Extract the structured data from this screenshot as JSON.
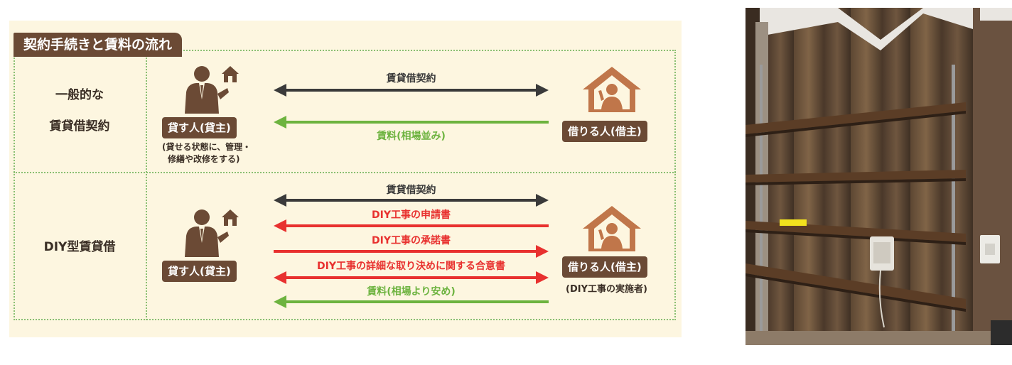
{
  "title": "契約手続きと賃料の流れ",
  "rows": [
    {
      "label_lines": [
        "一般的な",
        "賃貸借契約"
      ],
      "landlord": {
        "tag": "貸す人(貸主)",
        "note_lines": [
          "(貸せる状態に、管理・",
          "修繕や改修をする)"
        ]
      },
      "tenant": {
        "tag": "借りる人(借主)",
        "note": ""
      },
      "flows": [
        {
          "label": "賃貸借契約",
          "direction": "both",
          "color": "#3a3a3a",
          "label_color": "#3a3a3a"
        },
        {
          "label": "賃料(相場並み)",
          "direction": "to-landlord",
          "color": "#6db33f",
          "label_color": "#6db33f"
        }
      ]
    },
    {
      "label_lines": [
        "DIY型賃貸借"
      ],
      "landlord": {
        "tag": "貸す人(貸主)",
        "note_lines": []
      },
      "tenant": {
        "tag": "借りる人(借主)",
        "note": "(DIY工事の実施者)"
      },
      "flows": [
        {
          "label": "賃貸借契約",
          "direction": "both",
          "color": "#3a3a3a",
          "label_color": "#3a3a3a"
        },
        {
          "label": "DIY工事の申請書",
          "direction": "to-landlord",
          "color": "#e8312f",
          "label_color": "#e8312f"
        },
        {
          "label": "DIY工事の承諾書",
          "direction": "to-tenant",
          "color": "#e8312f",
          "label_color": "#e8312f"
        },
        {
          "label": "DIY工事の詳細な取り決めに関する合意書",
          "direction": "both",
          "color": "#e8312f",
          "label_color": "#e8312f"
        },
        {
          "label": "賃料(相場より安め)",
          "direction": "to-landlord",
          "color": "#6db33f",
          "label_color": "#6db33f"
        }
      ]
    }
  ],
  "photo": {
    "sticker_text": ""
  },
  "colors": {
    "brown": "#6b4a35",
    "green": "#6db33f",
    "red": "#e8312f",
    "dark": "#3a3a3a",
    "cream": "#fdf6e0",
    "frame": "#8bbf72"
  },
  "icons": {
    "landlord": "businessman-with-house-icon",
    "tenant": "person-in-house-icon"
  }
}
